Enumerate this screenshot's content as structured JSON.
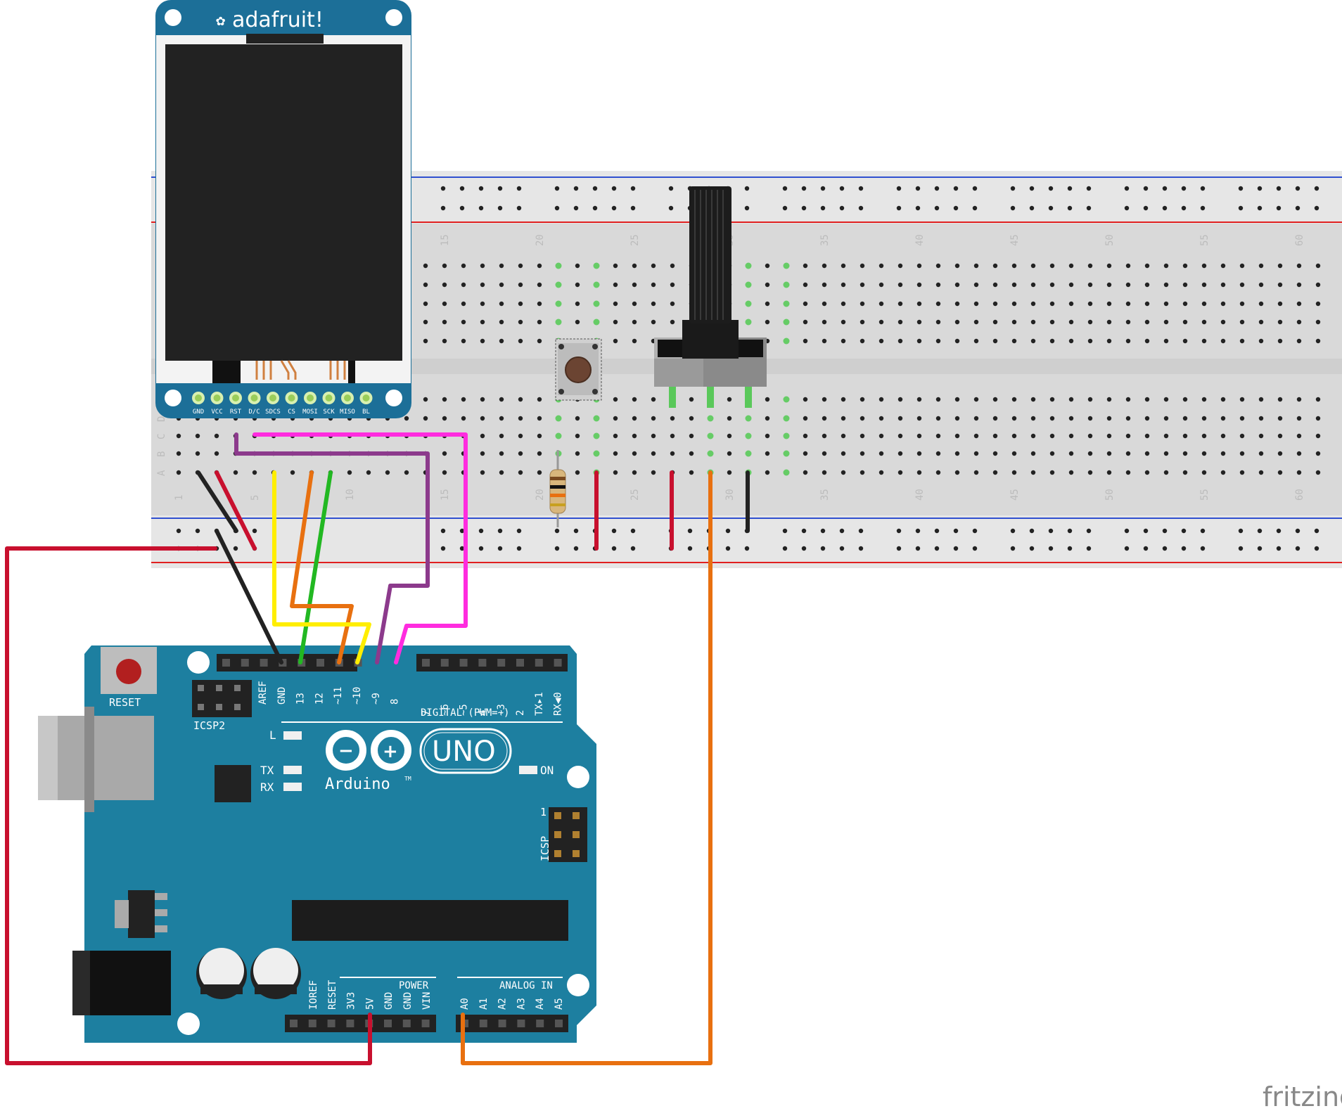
{
  "tft": {
    "brand": "adafruit!",
    "pins": [
      "GND",
      "VCC",
      "RST",
      "D/C",
      "SDCS",
      "CS",
      "MOSI",
      "SCK",
      "MISO",
      "BL"
    ]
  },
  "breadboard": {
    "column_numbers": [
      "1",
      "5",
      "10",
      "15",
      "20",
      "25",
      "30",
      "35",
      "40",
      "45",
      "50",
      "55",
      "60"
    ],
    "row_letters": [
      "A",
      "B",
      "C",
      "D"
    ]
  },
  "arduino": {
    "reset_label": "RESET",
    "icsp2_label": "ICSP2",
    "icsp_label": "ICSP",
    "icsp_pin1": "1",
    "digital_header_pins": [
      "AREF",
      "GND",
      "13",
      "12",
      "~11",
      "~10",
      "~9",
      "8"
    ],
    "digital_header_pins_2": [
      "7",
      "~6",
      "~5",
      "4",
      "~3",
      "2",
      "TX▸1",
      "RX◀0"
    ],
    "digital_label": "DIGITAL (PWM=~)",
    "led_l": "L",
    "led_tx": "TX",
    "led_rx": "RX",
    "on_label": "ON",
    "uno_label": "UNO",
    "arduino_label": "Arduino",
    "tm": "TM",
    "power_label": "POWER",
    "power_pins": [
      "IOREF",
      "RESET",
      "3V3",
      "5V",
      "GND",
      "GND",
      "VIN"
    ],
    "analog_label": "ANALOG IN",
    "analog_pins": [
      "A0",
      "A1",
      "A2",
      "A3",
      "A4",
      "A5"
    ]
  },
  "watermark": "fritzing",
  "colors": {
    "board_blue": "#1d7fa0",
    "breadboard_gray": "#dedede",
    "rail_red": "#e02020",
    "rail_blue": "#3050d0",
    "wire_red": "#c8102e",
    "wire_black": "#222222",
    "wire_yellow": "#ffee00",
    "wire_orange": "#e87010",
    "wire_green": "#22b822",
    "wire_purple": "#8c3a8c",
    "wire_magenta": "#ff2cdf",
    "tft_blue": "#1c6f98"
  }
}
